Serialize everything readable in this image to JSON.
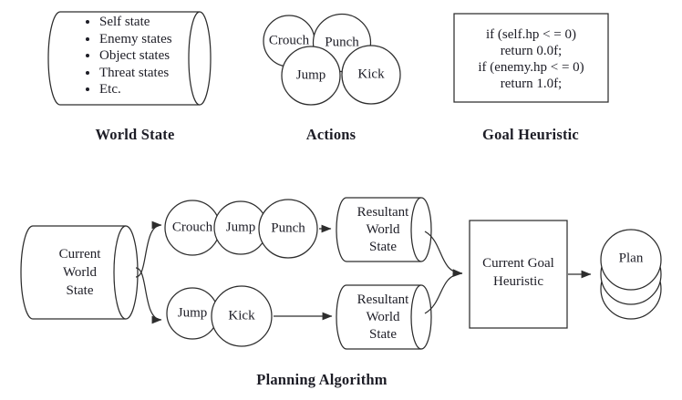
{
  "colors": {
    "background": "#ffffff",
    "line": "#2d2d2d",
    "text": "#1d1d26"
  },
  "world_state": {
    "title": "World State",
    "items": [
      "Self state",
      "Enemy states",
      "Object states",
      "Threat states",
      "Etc."
    ]
  },
  "actions": {
    "title": "Actions",
    "circles": [
      "Crouch",
      "Punch",
      "Jump",
      "Kick"
    ]
  },
  "goal_heuristic": {
    "title": "Goal Heuristic",
    "code_lines": [
      "if (self.hp < = 0)",
      "return 0.0f;",
      "if (enemy.hp < = 0)",
      "return 1.0f;"
    ]
  },
  "planning": {
    "title": "Planning Algorithm",
    "current_world_state": {
      "lines": [
        "Current",
        "World",
        "State"
      ]
    },
    "branch_top": [
      "Crouch",
      "Jump",
      "Punch"
    ],
    "branch_bottom": [
      "Jump",
      "Kick"
    ],
    "resultant_top": {
      "lines": [
        "Resultant",
        "World",
        "State"
      ]
    },
    "resultant_bottom": {
      "lines": [
        "Resultant",
        "World",
        "State"
      ]
    },
    "goal_box": {
      "lines": [
        "Current Goal",
        "Heuristic"
      ]
    },
    "plan_label": "Plan"
  }
}
